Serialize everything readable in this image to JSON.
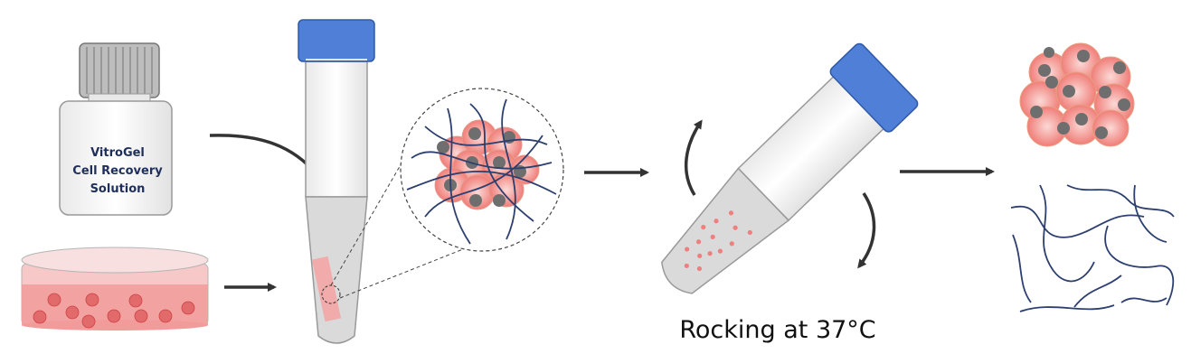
{
  "bottle": {
    "label_lines": [
      "VitroGel",
      "Cell Recovery",
      "Solution"
    ]
  },
  "caption": "Rocking at 37°C",
  "colors": {
    "tube_cap": "#4f7fd6",
    "label_text": "#1f2f5c",
    "cell_fill": "#f08a86",
    "nucleus": "#6e6e6e",
    "fiber": "#2c3f6e",
    "dish_liquid": "#f4a0a2",
    "arrow": "#333333"
  },
  "icons": {
    "process_arrow": "arrow-right-icon",
    "rotation": "curved-arrow-icon"
  }
}
